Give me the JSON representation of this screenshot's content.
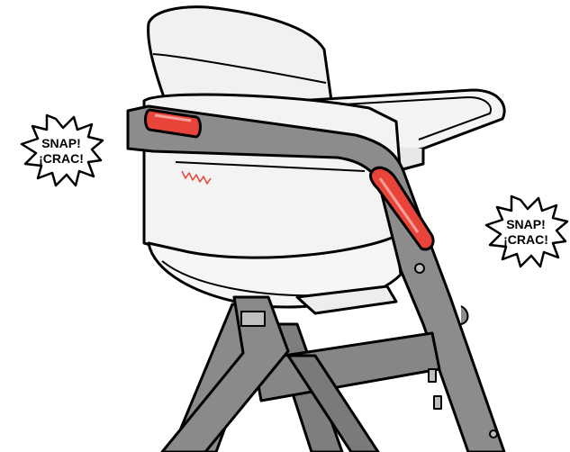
{
  "callouts": {
    "left": {
      "line1": "SNAP!",
      "line2": "¡CRAC!"
    },
    "right": {
      "line1": "SNAP!",
      "line2": "¡CRAC!"
    }
  },
  "colors": {
    "frame": "#8c8c8c",
    "frame_dark": "#6e6e6e",
    "seat": "#f2f2f2",
    "outline": "#000000",
    "latch": "#e8443a",
    "latch_highlight": "#f7a19a"
  },
  "icons": {
    "left_burst": "starburst-callout",
    "right_burst": "starburst-callout",
    "left_latch": "red-release-latch",
    "right_latch": "red-release-latch"
  }
}
